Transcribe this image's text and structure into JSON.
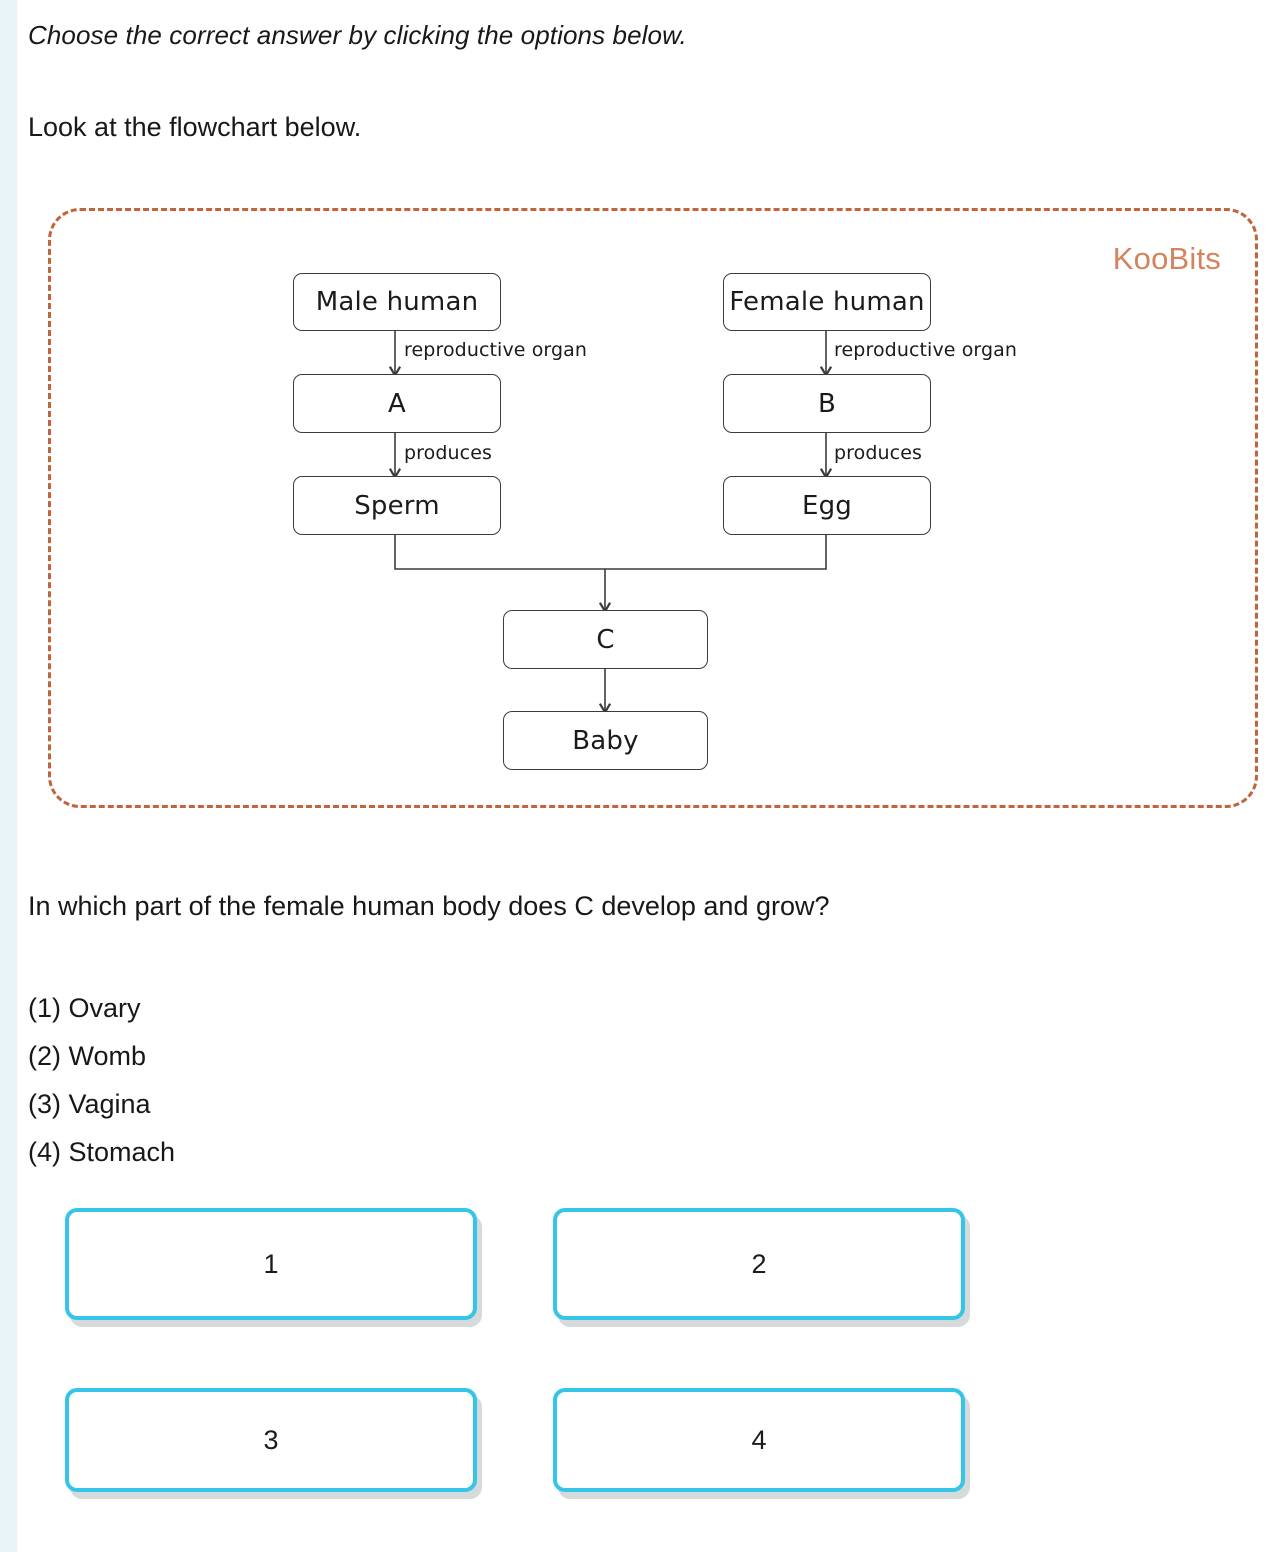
{
  "theme": {
    "accent_cyan": "#35c5e8",
    "dashed_border": "#c1643c",
    "watermark_color": "#d4835c",
    "left_strip": "#e8f4f7",
    "shadow": "#d6dadb"
  },
  "instruction": "Choose the correct answer by clicking the options below.",
  "prompt": "Look at the flowchart below.",
  "flowchart": {
    "watermark": "KooBits",
    "nodes": [
      {
        "id": "male",
        "label": "Male human"
      },
      {
        "id": "female",
        "label": "Female human"
      },
      {
        "id": "a",
        "label": "A"
      },
      {
        "id": "b",
        "label": "B"
      },
      {
        "id": "sperm",
        "label": "Sperm"
      },
      {
        "id": "egg",
        "label": "Egg"
      },
      {
        "id": "c",
        "label": "C"
      },
      {
        "id": "baby",
        "label": "Baby"
      }
    ],
    "edge_labels": {
      "male_to_a": "reproductive organ",
      "female_to_b": "reproductive organ",
      "a_to_sperm": "produces",
      "b_to_egg": "produces"
    }
  },
  "question": "In which part of the female human body does C develop and grow?",
  "options": [
    "(1) Ovary",
    "(2) Womb",
    "(3) Vagina",
    "(4) Stomach"
  ],
  "answer_buttons": [
    {
      "label": "1"
    },
    {
      "label": "2"
    },
    {
      "label": "3"
    },
    {
      "label": "4"
    }
  ]
}
